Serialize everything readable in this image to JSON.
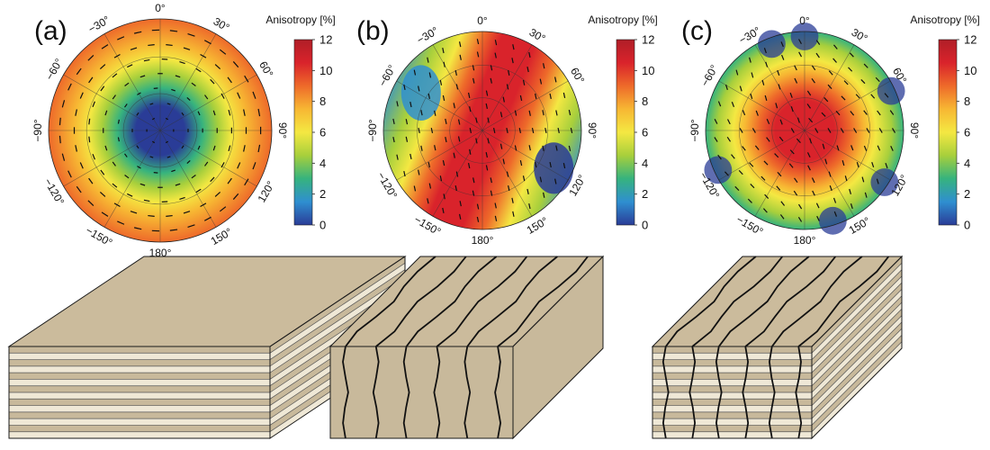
{
  "colorbar": {
    "title": "Anisotropy [%]",
    "ticks": [
      "0",
      "2",
      "4",
      "6",
      "8",
      "10",
      "12"
    ],
    "range": [
      0,
      12
    ],
    "colors": [
      "#2a3c97",
      "#2f8fd0",
      "#36b37e",
      "#a7cf3c",
      "#f4e842",
      "#f7b733",
      "#ee6a2a",
      "#d9232b",
      "#b01e27"
    ]
  },
  "azimuth_labels": [
    "0°",
    "30°",
    "60°",
    "90°",
    "120°",
    "150°",
    "180°",
    "−150°",
    "−120°",
    "−90°",
    "−60°",
    "−30°"
  ],
  "panels": [
    {
      "label": "(a)",
      "pattern": "bowl",
      "block": "layered"
    },
    {
      "label": "(b)",
      "pattern": "band",
      "block": "fractured"
    },
    {
      "label": "(c)",
      "pattern": "dome",
      "block": "layered-fractured"
    }
  ],
  "colors": {
    "block_face": "#c8b99b",
    "block_top": "#cbbb9c",
    "layer_light": "#efe8d6",
    "outline": "#1a1a1a"
  }
}
